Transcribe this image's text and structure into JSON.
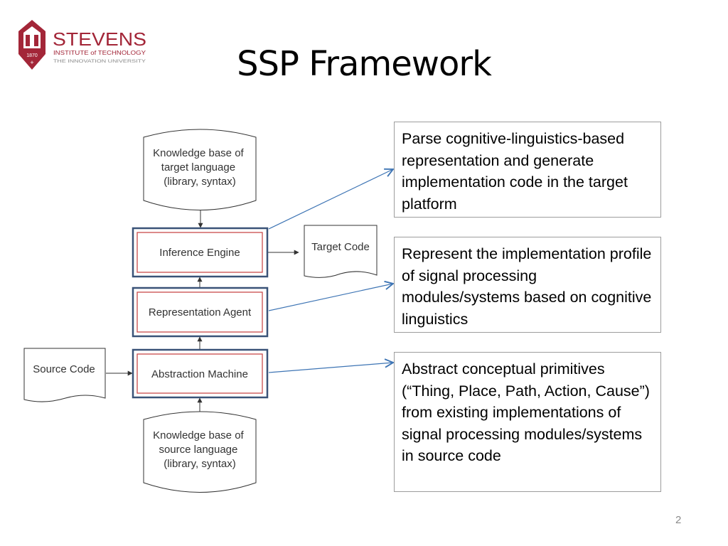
{
  "header": {
    "logo": {
      "wordmark": "STEVENS",
      "line2": "INSTITUTE of TECHNOLOGY",
      "line3": "THE INNOVATION UNIVERSITY",
      "year": "1870",
      "colors": {
        "primary": "#a32638",
        "gray": "#808080"
      }
    },
    "title": "SSP Framework"
  },
  "diagram": {
    "kb_target": [
      "Knowledge base of",
      "target language",
      "(library, syntax)"
    ],
    "inference_engine": "Inference Engine",
    "target_code": "Target Code",
    "representation_agent": "Representation Agent",
    "source_code": "Source Code",
    "abstraction_machine": "Abstraction Machine",
    "kb_source": [
      "Knowledge base of",
      "source language",
      "(library, syntax)"
    ],
    "colors": {
      "box_outer": "#3a5378",
      "box_inner": "#c94a4a",
      "connector": "#3d74b4"
    }
  },
  "notes": [
    "Parse cognitive-linguistics-based representation and generate implementation code in the target platform",
    "Represent the implementation profile of signal processing modules/systems based on cognitive linguistics",
    "Abstract conceptual primitives (“Thing, Place, Path, Action, Cause”) from existing implementations of signal processing modules/systems in source code"
  ],
  "page_number": "2"
}
